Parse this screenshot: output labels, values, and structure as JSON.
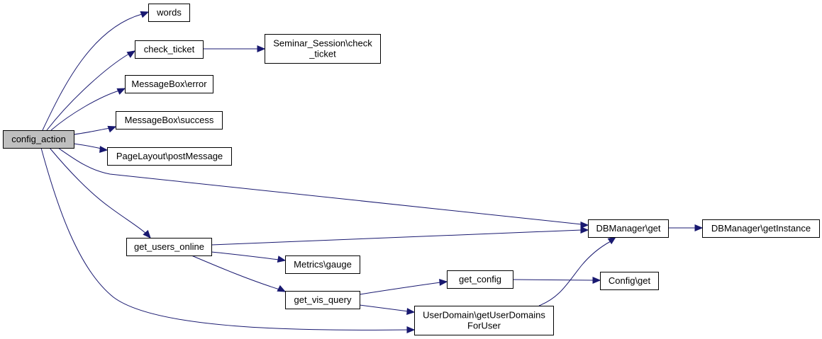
{
  "graph": {
    "type": "call-graph",
    "colors": {
      "edge": "#191970",
      "node_fill": "#ffffff",
      "root_fill": "#bfbfbf",
      "node_border": "#000000"
    },
    "nodes": [
      {
        "id": "config_action",
        "lines": [
          "config_action"
        ],
        "root": true
      },
      {
        "id": "words",
        "lines": [
          "words"
        ]
      },
      {
        "id": "check_ticket",
        "lines": [
          "check_ticket"
        ]
      },
      {
        "id": "seminar_check_ticket",
        "lines": [
          "Seminar_Session\\check",
          "_ticket"
        ]
      },
      {
        "id": "messagebox_error",
        "lines": [
          "MessageBox\\error"
        ]
      },
      {
        "id": "messagebox_success",
        "lines": [
          "MessageBox\\success"
        ]
      },
      {
        "id": "pagelayout_postmessage",
        "lines": [
          "PageLayout\\postMessage"
        ]
      },
      {
        "id": "dbmanager_get",
        "lines": [
          "DBManager\\get"
        ]
      },
      {
        "id": "dbmanager_getinstance",
        "lines": [
          "DBManager\\getInstance"
        ]
      },
      {
        "id": "get_users_online",
        "lines": [
          "get_users_online"
        ]
      },
      {
        "id": "metrics_gauge",
        "lines": [
          "Metrics\\gauge"
        ]
      },
      {
        "id": "get_config",
        "lines": [
          "get_config"
        ]
      },
      {
        "id": "config_get",
        "lines": [
          "Config\\get"
        ]
      },
      {
        "id": "get_vis_query",
        "lines": [
          "get_vis_query"
        ]
      },
      {
        "id": "userdomain_getuserdomainsforuser",
        "lines": [
          "UserDomain\\getUserDomains",
          "ForUser"
        ]
      }
    ],
    "edges": [
      {
        "from": "config_action",
        "to": "words"
      },
      {
        "from": "config_action",
        "to": "check_ticket"
      },
      {
        "from": "config_action",
        "to": "messagebox_error"
      },
      {
        "from": "config_action",
        "to": "messagebox_success"
      },
      {
        "from": "config_action",
        "to": "pagelayout_postmessage"
      },
      {
        "from": "config_action",
        "to": "dbmanager_get"
      },
      {
        "from": "config_action",
        "to": "get_users_online"
      },
      {
        "from": "config_action",
        "to": "userdomain_getuserdomainsforuser"
      },
      {
        "from": "check_ticket",
        "to": "seminar_check_ticket"
      },
      {
        "from": "dbmanager_get",
        "to": "dbmanager_getinstance"
      },
      {
        "from": "get_users_online",
        "to": "dbmanager_get"
      },
      {
        "from": "get_users_online",
        "to": "metrics_gauge"
      },
      {
        "from": "get_users_online",
        "to": "get_vis_query"
      },
      {
        "from": "get_vis_query",
        "to": "get_config"
      },
      {
        "from": "get_vis_query",
        "to": "userdomain_getuserdomainsforuser"
      },
      {
        "from": "get_config",
        "to": "config_get"
      },
      {
        "from": "userdomain_getuserdomainsforuser",
        "to": "dbmanager_get"
      }
    ]
  }
}
